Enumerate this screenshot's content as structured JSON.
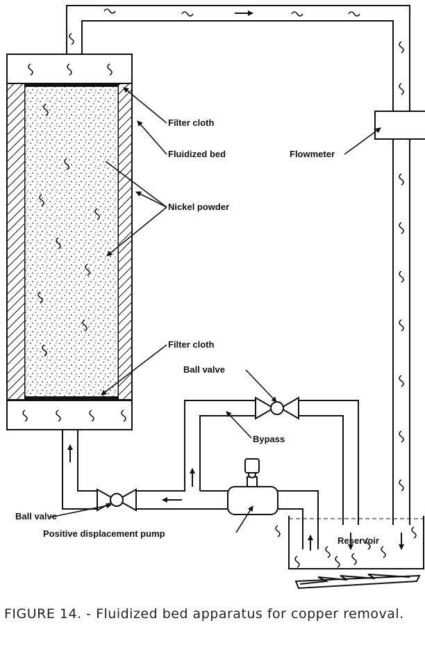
{
  "labels": {
    "filter_cloth_top": "Filter cloth",
    "fluidized_bed": "Fluidized bed",
    "flowmeter": "Flowmeter",
    "nickel_powder": "Nickel powder",
    "filter_cloth_bottom": "Filter cloth",
    "ball_valve_right": "Ball valve",
    "bypass": "Bypass",
    "ball_valve_left": "Ball valve",
    "reservoir": "Reservoir",
    "pump": "Positive displacement pump"
  },
  "caption": {
    "number": "FIGURE 14. -",
    "text": "Fluidized bed apparatus for copper removal."
  }
}
